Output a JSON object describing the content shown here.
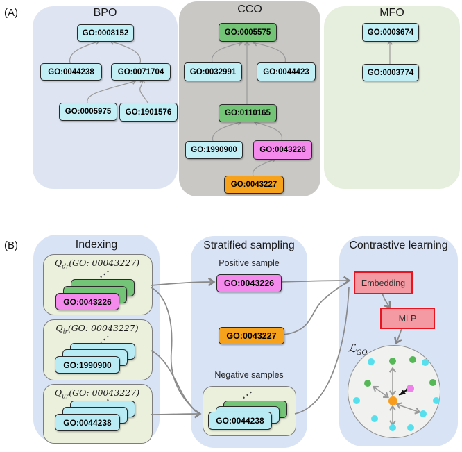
{
  "panel_a": {
    "label": "(A)",
    "bpo": {
      "title": "BPO",
      "nodes": {
        "root": "GO:0008152",
        "child_left": "GO:0044238",
        "child_right": "GO:0071704",
        "grand_left": "GO:0005975",
        "grand_right": "GO:1901576"
      }
    },
    "cco": {
      "title": "CCO",
      "nodes": {
        "root": "GO:0005575",
        "child_left": "GO:0032991",
        "child_right": "GO:0044423",
        "mid": "GO:0110165",
        "grand_left": "GO:1990900",
        "grand_right": "GO:0043226",
        "leaf": "GO:0043227"
      }
    },
    "mfo": {
      "title": "MFO",
      "nodes": {
        "root": "GO:0003674",
        "child": "GO:0003774"
      }
    }
  },
  "panel_b": {
    "label": "(B)",
    "indexing": {
      "title": "Indexing",
      "groups": [
        {
          "sym": "Q",
          "sub": "dr",
          "args": "(GO: 00043227)",
          "dots": "···",
          "card": "GO:0043226"
        },
        {
          "sym": "Q",
          "sub": "ir",
          "args": "(GO: 00043227)",
          "dots": "···",
          "card": "GO:1990900"
        },
        {
          "sym": "Q",
          "sub": "ur",
          "args": "(GO: 00043227)",
          "dots": "···",
          "card": "GO:0044238"
        }
      ]
    },
    "sampling": {
      "title": "Stratified sampling",
      "positive_label": "Positive sample",
      "positive_node": "GO:0043226",
      "anchor_node": "GO:0043227",
      "negative_label": "Negative samples",
      "negative_dots": "···",
      "negative_node": "GO:0044238"
    },
    "contrastive": {
      "title": "Contrastive learning",
      "embedding_label": "Embedding",
      "mlp_label": "MLP",
      "loss_sym": "ℒ",
      "loss_sub": "GO"
    }
  },
  "colors": {
    "cyan_node": "#c2eef6",
    "green_node": "#74c477",
    "pink_node": "#f38aec",
    "orange_node": "#f6a21d",
    "bpo_bg": "#dee4f2",
    "cco_bg": "#c9c8c5",
    "mfo_bg": "#e6efde",
    "stage_bg": "#d8e3f6",
    "group_bg": "#ebf0dc",
    "embed_fill": "#f49aa2",
    "embed_border": "#e8141f",
    "scatter_cyan": "#57dfee",
    "scatter_green": "#56b757",
    "scatter_pink": "#ef82ea",
    "scatter_orange": "#f79c1c"
  }
}
